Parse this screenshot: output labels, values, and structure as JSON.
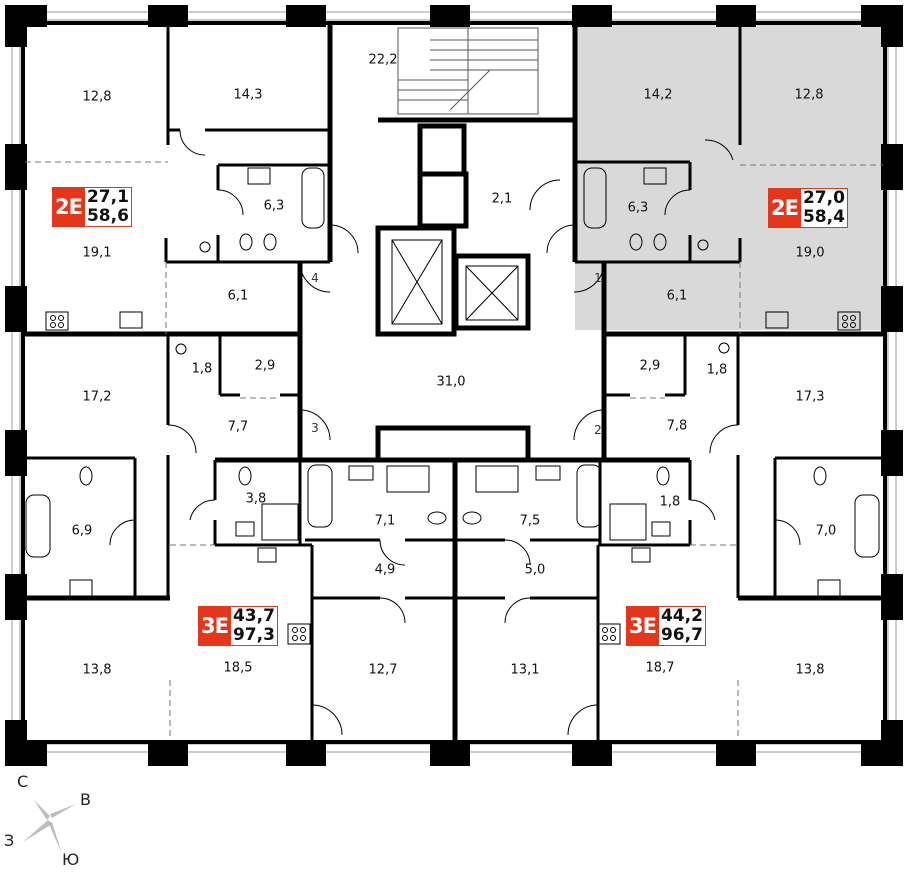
{
  "rooms": [
    {
      "id": "r1",
      "label": "12,8"
    },
    {
      "id": "r2",
      "label": "14,3"
    },
    {
      "id": "r3",
      "label": "22,2"
    },
    {
      "id": "r4",
      "label": "14,2"
    },
    {
      "id": "r5",
      "label": "12,8"
    },
    {
      "id": "r6",
      "label": "6,3"
    },
    {
      "id": "r7",
      "label": "2,1"
    },
    {
      "id": "r8",
      "label": "6,3"
    },
    {
      "id": "r9",
      "label": "19,1"
    },
    {
      "id": "r10",
      "label": "19,0"
    },
    {
      "id": "r11",
      "label": "6,1"
    },
    {
      "id": "r12",
      "label": "6,1"
    },
    {
      "id": "r13",
      "label": "1,8"
    },
    {
      "id": "r14",
      "label": "2,9"
    },
    {
      "id": "r15",
      "label": "31,0"
    },
    {
      "id": "r16",
      "label": "2,9"
    },
    {
      "id": "r17",
      "label": "1,8"
    },
    {
      "id": "r18",
      "label": "17,2"
    },
    {
      "id": "r19",
      "label": "17,3"
    },
    {
      "id": "r20",
      "label": "7,7"
    },
    {
      "id": "r21",
      "label": "7,8"
    },
    {
      "id": "r22",
      "label": "3,8"
    },
    {
      "id": "r23",
      "label": "1,8"
    },
    {
      "id": "r24",
      "label": "6,9"
    },
    {
      "id": "r25",
      "label": "7,1"
    },
    {
      "id": "r26",
      "label": "7,5"
    },
    {
      "id": "r27",
      "label": "7,0"
    },
    {
      "id": "r28",
      "label": "4,9"
    },
    {
      "id": "r29",
      "label": "5,0"
    },
    {
      "id": "r30",
      "label": "13,8"
    },
    {
      "id": "r31",
      "label": "18,5"
    },
    {
      "id": "r32",
      "label": "12,7"
    },
    {
      "id": "r33",
      "label": "13,1"
    },
    {
      "id": "r34",
      "label": "18,7"
    },
    {
      "id": "r35",
      "label": "13,8"
    }
  ],
  "doors": [
    "4",
    "1",
    "3",
    "2"
  ],
  "apartments": [
    {
      "type": "2E",
      "living": "27,1",
      "total": "58,6"
    },
    {
      "type": "2E",
      "living": "27,0",
      "total": "58,4"
    },
    {
      "type": "3E",
      "living": "43,7",
      "total": "97,3"
    },
    {
      "type": "3E",
      "living": "44,2",
      "total": "96,7"
    }
  ],
  "compass": {
    "north": "С",
    "east": "В",
    "west": "З",
    "south": "Ю"
  },
  "colors": {
    "accent": "#e5361b",
    "highlight": "#d9d9d9",
    "wall": "#000000"
  }
}
